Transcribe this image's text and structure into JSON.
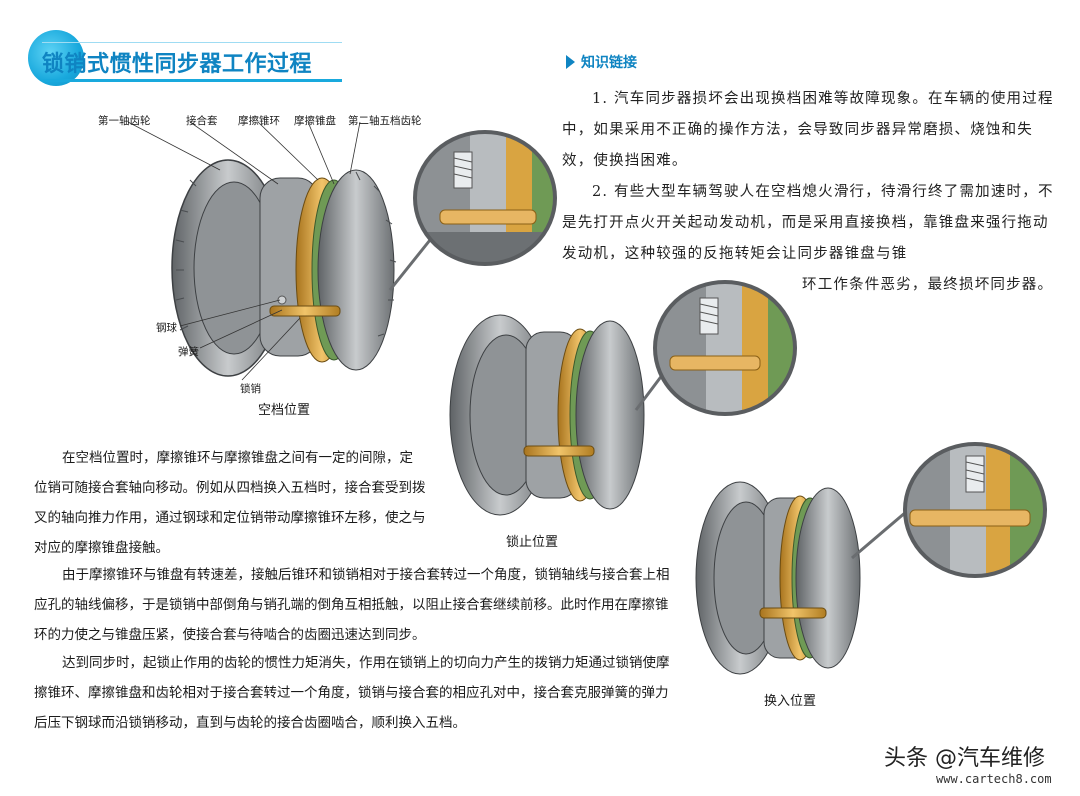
{
  "title": "锁销式惯性同步器工作过程",
  "knowledge": {
    "heading": "知识链接",
    "p1": "1. 汽车同步器损坏会出现换档困难等故障现象。在车辆的使用过程中，如果采用不正确的操作方法，会导致同步器异常磨损、烧蚀和失效，使换挡困难。",
    "p2": "2. 有些大型车辆驾驶人在空档熄火滑行，待滑行终了需加速时，不是先打开点火开关起动发动机，而是采用直接换档，靠锥盘来强行拖动发动机，这种较强的反拖转矩会让同步器锥盘与锥",
    "p2b": "环工作条件恶劣，最终损坏同步器。"
  },
  "figure1": {
    "labels": {
      "gear1": "第一轴齿轮",
      "sleeve": "接合套",
      "ring": "摩擦锥环",
      "cone": "摩擦锥盘",
      "gear5": "第二轴五档齿轮",
      "ball": "钢球",
      "spring": "弹簧",
      "pin": "锁销"
    },
    "caption": "空档位置"
  },
  "figure2": {
    "caption": "锁止位置"
  },
  "figure3": {
    "caption": "换入位置"
  },
  "body": {
    "p1": "在空档位置时，摩擦锥环与摩擦锥盘之间有一定的间隙，定位销可随接合套轴向移动。例如从四档换入五档时，接合套受到拨叉的轴向推力作用，通过钢球和定位销带动摩擦锥环左移，使之与对应的摩擦锥盘接触。",
    "p2": "由于摩擦锥环与锥盘有转速差，接触后锥环和锁销相对于接合套转过一个角度，锁销轴线与接合套上相应孔的轴线偏移，于是锁销中部倒角与销孔端的倒角互相抵触，以阻止接合套继续前移。此时作用在摩擦锥环的力使之与锥盘压紧，使接合套与待啮合的齿圈迅速达到同步。",
    "p3": "达到同步时，起锁止作用的齿轮的惯性力矩消失，作用在锁销上的切向力产生的拨销力矩通过锁销使摩擦锥环、摩擦锥盘和齿轮相对于接合套转过一个角度，锁销与接合套的相应孔对中，接合套克服弹簧的弹力后压下钢球而沿锁销移动，直到与齿轮的接合齿圈啮合，顺利换入五档。"
  },
  "watermark": {
    "text": "头条 @汽车维修",
    "site": "www.cartech8.com"
  },
  "colors": {
    "accent": "#0f84c2",
    "gear": "#8a8d90",
    "brass": "#d9a441",
    "green": "#6f9a55"
  }
}
